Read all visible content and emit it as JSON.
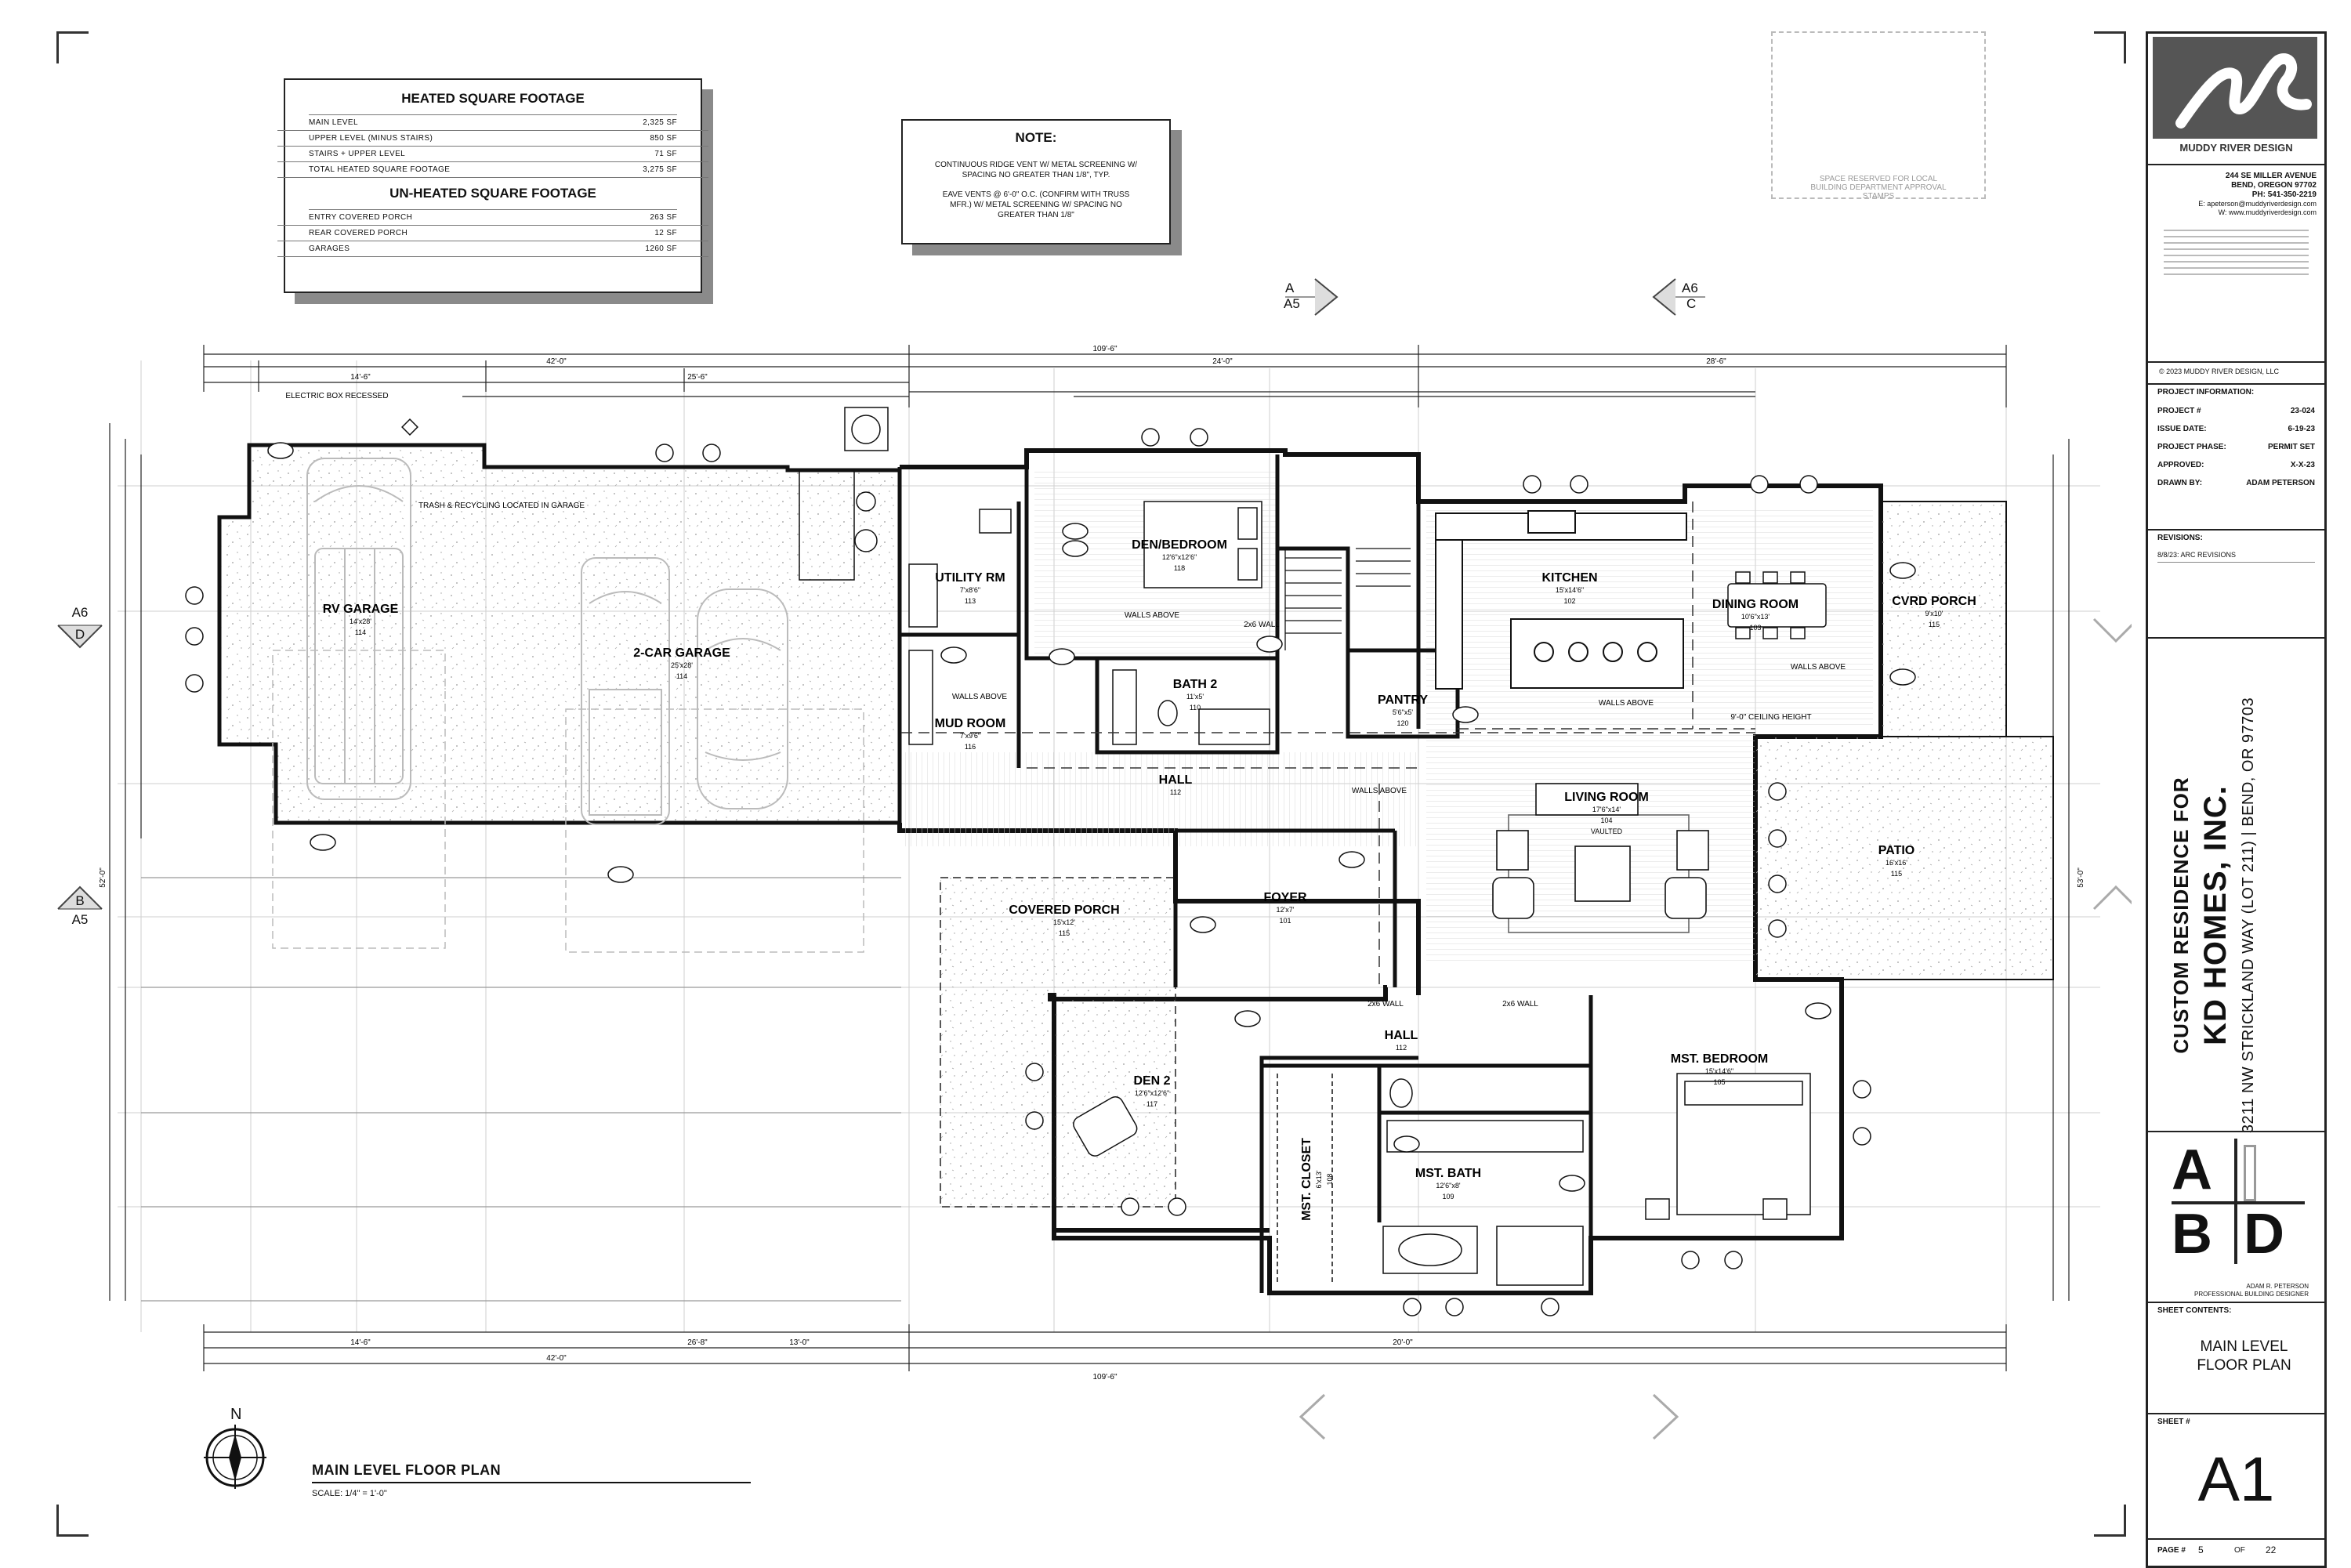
{
  "sqft": {
    "heated_title": "HEATED SQUARE FOOTAGE",
    "heated": [
      {
        "label": "MAIN LEVEL",
        "value": "2,325 SF"
      },
      {
        "label": "UPPER LEVEL (MINUS STAIRS)",
        "value": "850 SF"
      },
      {
        "label": "STAIRS + UPPER LEVEL",
        "value": "71 SF"
      },
      {
        "label": "TOTAL HEATED SQUARE FOOTAGE",
        "value": "3,275 SF"
      }
    ],
    "unheated_title": "UN-HEATED SQUARE FOOTAGE",
    "unheated": [
      {
        "label": "ENTRY COVERED PORCH",
        "value": "263 SF"
      },
      {
        "label": "REAR COVERED PORCH",
        "value": "12 SF"
      },
      {
        "label": "GARAGES",
        "value": "1260 SF"
      }
    ]
  },
  "note": {
    "title": "NOTE:",
    "line1": "CONTINUOUS RIDGE VENT W/ METAL SCREENING W/ SPACING NO GREATER THAN 1/8\", TYP.",
    "line2": "EAVE VENTS @ 6'-0\" O.C. (CONFIRM WITH TRUSS MFR.) W/ METAL SCREENING W/ SPACING NO GREATER THAN 1/8\""
  },
  "approval_stamp": "SPACE RESERVED FOR LOCAL BUILDING DEPARTMENT APPROVAL STAMPS",
  "sections": {
    "a": {
      "letter": "A",
      "sheet": "A5"
    },
    "c": {
      "letter": "A6",
      "sheet": "C"
    },
    "d": {
      "letter": "A6",
      "sheet": "D"
    },
    "b": {
      "letter": "B",
      "sheet": "A5"
    }
  },
  "dims": {
    "overall": "109'-6\"",
    "top_left": "42'-0\"",
    "top_mid": "24'-0\"",
    "top_right": "28'-6\"",
    "garage_14": "14'-6\"",
    "garage_25": "25'-6\"",
    "bottom_26": "26'-8\"",
    "bottom_13": "13'-0\"",
    "bottom_20": "20'-0\"",
    "left_overall": "52'-0\"",
    "right_overall": "53'-0\""
  },
  "rooms": {
    "rv_garage": {
      "name": "RV GARAGE",
      "size": "14'x28'",
      "num": "114"
    },
    "garage": {
      "name": "2-CAR GARAGE",
      "size": "25'x28'",
      "num": "114"
    },
    "trash": "TRASH & RECYCLING LOCATED IN GARAGE",
    "electric": "ELECTRIC BOX RECESSED",
    "utility": {
      "name": "UTILITY RM",
      "size": "7'x8'6\"",
      "num": "113"
    },
    "mud": {
      "name": "MUD ROOM",
      "size": "7'x9'6\"",
      "num": "116"
    },
    "den_bedroom": {
      "name": "DEN/BEDROOM",
      "size": "12'6\"x12'6\"",
      "num": "118"
    },
    "bath2": {
      "name": "BATH 2",
      "size": "11'x5'",
      "num": "110"
    },
    "hall": {
      "name": "HALL",
      "num": "112"
    },
    "pantry": {
      "name": "PANTRY",
      "size": "5'6\"x5'",
      "num": "120"
    },
    "kitchen": {
      "name": "KITCHEN",
      "size": "15'x14'6\"",
      "num": "102"
    },
    "dining": {
      "name": "DINING ROOM",
      "size": "10'6\"x13'",
      "num": "103"
    },
    "cvrd_porch": {
      "name": "CVRD PORCH",
      "size": "9'x10'",
      "num": "115"
    },
    "living": {
      "name": "LIVING ROOM",
      "size": "17'6\"x14'",
      "num": "104",
      "note": "VAULTED"
    },
    "patio": {
      "name": "PATIO",
      "size": "16'x16'",
      "num": "115"
    },
    "covered_porch": {
      "name": "COVERED PORCH",
      "size": "15'x12'",
      "num": "115"
    },
    "foyer": {
      "name": "FOYER",
      "size": "12'x7'",
      "num": "101"
    },
    "den2": {
      "name": "DEN 2",
      "size": "12'6\"x12'6\"",
      "num": "117"
    },
    "hall2": {
      "name": "HALL",
      "num": "112"
    },
    "mst_closet": {
      "name": "MST. CLOSET",
      "size": "6'x13'",
      "num": "108"
    },
    "mst_bath": {
      "name": "MST. BATH",
      "size": "12'6\"x8'",
      "num": "109"
    },
    "mst_bedroom": {
      "name": "MST. BEDROOM",
      "size": "15'x14'6\"",
      "num": "105"
    }
  },
  "notes_plan": {
    "walls_above": "WALLS ABOVE",
    "wall_2x6": "2x6 WALL",
    "ceiling": "9'-0\" CEILING HEIGHT"
  },
  "plan_title": "MAIN LEVEL FLOOR PLAN",
  "scale": "SCALE: 1/4\" = 1'-0\"",
  "north": "N",
  "title_block": {
    "company": "MUDDY RIVER DESIGN",
    "address1": "244 SE MILLER AVENUE",
    "address2": "BEND, OREGON 97702",
    "phone": "PH: 541-350-2219",
    "email": "E: apeterson@muddyriverdesign.com",
    "web": "W: www.muddyriverdesign.com",
    "copyright": "© 2023 MUDDY RIVER DESIGN, LLC",
    "project_info_label": "PROJECT INFORMATION:",
    "info": [
      {
        "label": "PROJECT #",
        "value": "23-024"
      },
      {
        "label": "ISSUE DATE:",
        "value": "6-19-23"
      },
      {
        "label": "PROJECT PHASE:",
        "value": "PERMIT SET"
      },
      {
        "label": "APPROVED:",
        "value": "X-X-23"
      },
      {
        "label": "DRAWN BY:",
        "value": "ADAM PETERSON"
      }
    ],
    "revisions_label": "REVISIONS:",
    "revision1": "8/8/23: ARC REVISIONS",
    "client1": "CUSTOM RESIDENCE FOR",
    "client2": "KD HOMES, INC.",
    "site": "3211 NW STRICKLAND WAY (LOT 211)  |  BEND, OR 97703",
    "abd": [
      "A",
      "B",
      "D"
    ],
    "designer1": "ADAM R. PETERSON",
    "designer2": "PROFESSIONAL BUILDING DESIGNER",
    "sheet_contents_label": "SHEET CONTENTS:",
    "sheet_contents": "MAIN LEVEL FLOOR PLAN",
    "sheet_label": "SHEET #",
    "sheet_num": "A1",
    "page_label": "PAGE #",
    "page": "5",
    "of_label": "OF",
    "total": "22"
  }
}
